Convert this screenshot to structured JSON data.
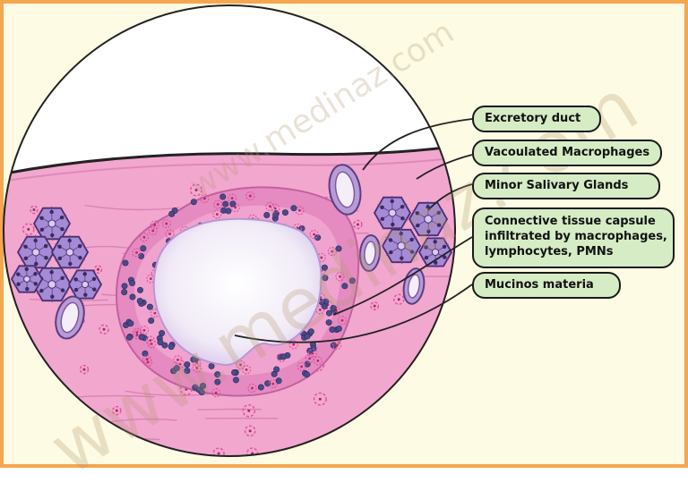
{
  "colors": {
    "border": "#f5a650",
    "background": "#fdfbe3",
    "tissue": "#f2a7cf",
    "lumen": "#f4eef8",
    "gland": "#a58ad6",
    "label_fill": "#d5ecc4"
  },
  "labels": {
    "excretory_duct": "Excretory duct",
    "vacuolated_macrophages": "Vacoulated Macrophages",
    "minor_salivary_glands": "Minor Salivary Glands",
    "capsule_line1": "Connective tissue capsule",
    "capsule_line2": "infiltrated by macrophages,",
    "capsule_line3": "lymphocytes, PMNs",
    "mucinous_material": "Mucinos materia"
  },
  "watermark": {
    "small": "www.medinaz.com",
    "large": "www.medinaz.com"
  }
}
